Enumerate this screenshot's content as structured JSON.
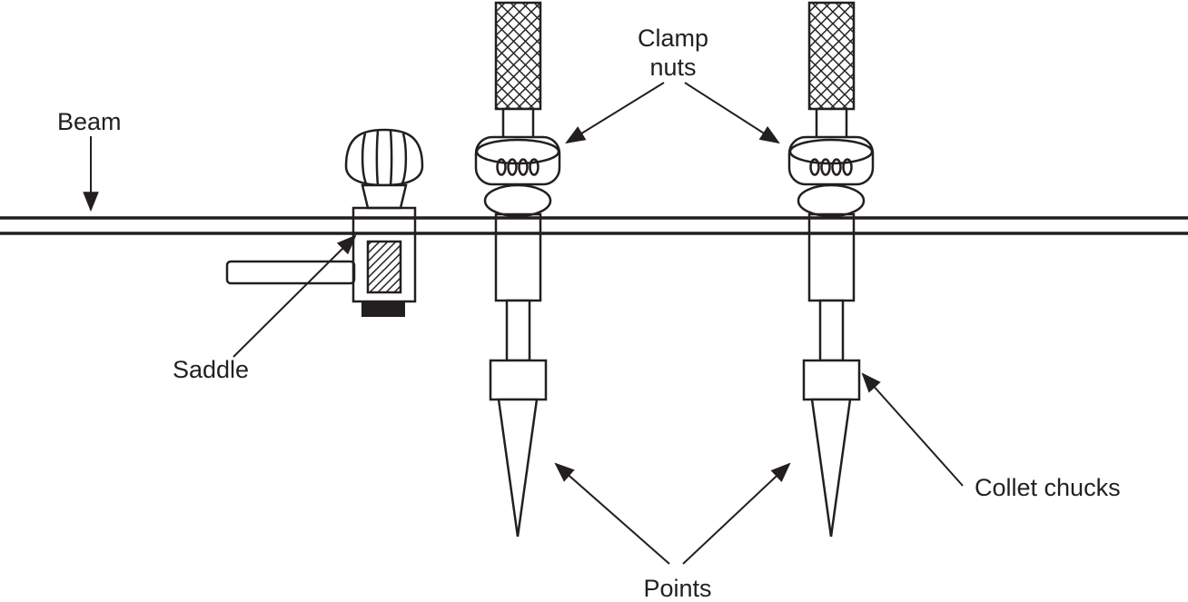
{
  "colors": {
    "ink": "#231f20",
    "background": "#ffffff"
  },
  "labels": {
    "beam": "Beam",
    "clamp_nuts_line1": "Clamp",
    "clamp_nuts_line2": "nuts",
    "saddle": "Saddle",
    "collet_chucks": "Collet chucks",
    "points": "Points"
  }
}
